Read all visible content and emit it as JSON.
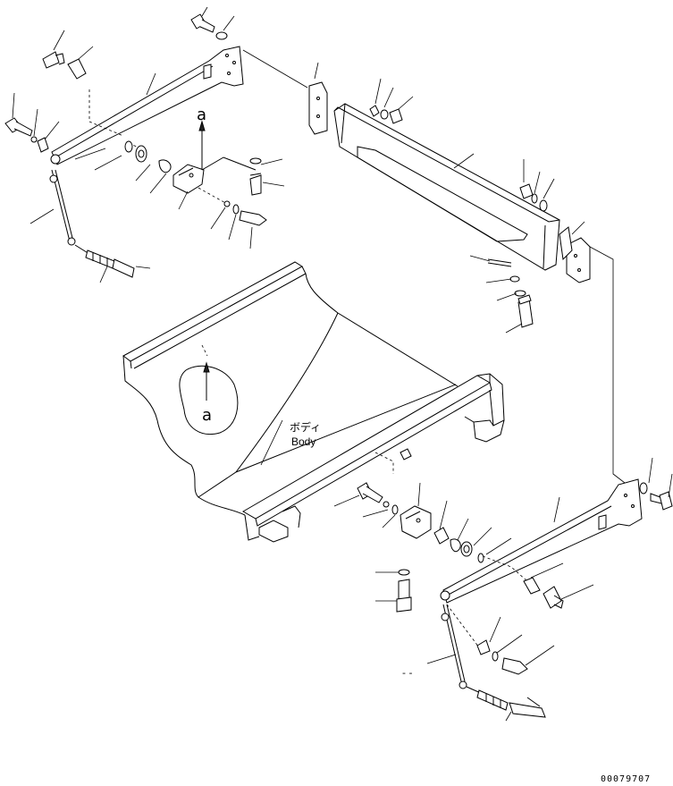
{
  "labels": {
    "body_jp": "ボディ",
    "body_en": "Body",
    "view_mark_top": "a",
    "view_mark_body": "a",
    "dash_note": "- -"
  },
  "drawing_number": "00079707"
}
